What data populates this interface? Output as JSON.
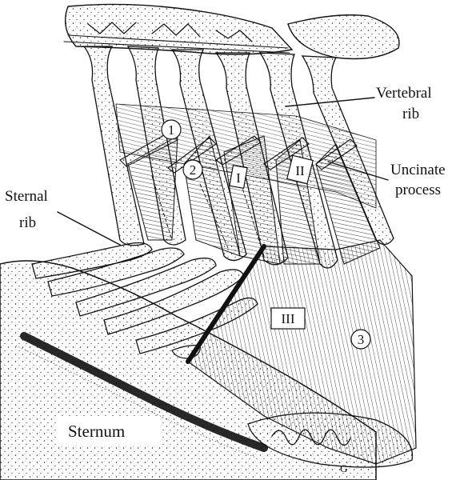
{
  "labels": {
    "vertebral_rib_line1": "Vertebral",
    "vertebral_rib_line2": "rib",
    "uncinate_line1": "Uncinate",
    "uncinate_line2": "process",
    "sternal_rib_line1": "Sternal",
    "sternal_rib_line2": "rib",
    "sternum": "Sternum",
    "signature": "G"
  },
  "markers": {
    "circle_1": "1",
    "circle_2": "2",
    "circle_3": "3",
    "box_I": "I",
    "box_II": "II",
    "box_III": "III"
  }
}
